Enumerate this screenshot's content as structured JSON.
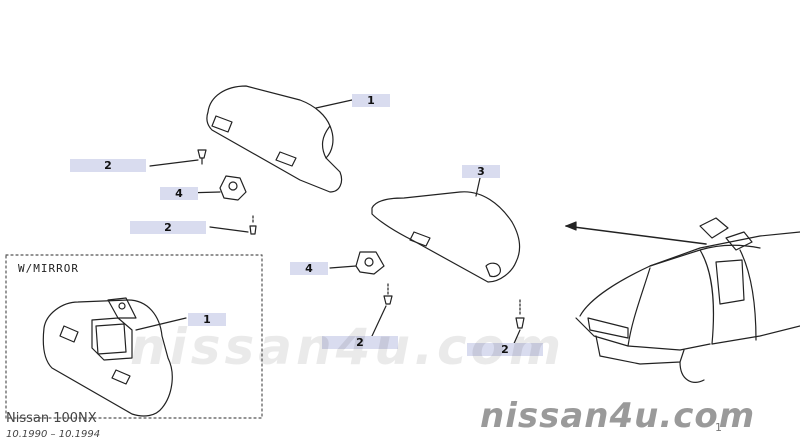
{
  "callouts": {
    "c1_top": "1",
    "c2_left_top": "2",
    "c4_left": "4",
    "c2_left_mid": "2",
    "c3": "3",
    "c4_center": "4",
    "c2_center": "2",
    "c2_right": "2",
    "c1_mirror": "1"
  },
  "inset": {
    "label": "W/MIRROR"
  },
  "footer": {
    "model": "Nissan 100NX",
    "years": "10.1990 – 10.1994",
    "watermark": "nissan4u.com",
    "watermark_faint": "nissan4u.com",
    "small_mark": "1"
  },
  "colors": {
    "line": "#222222",
    "callout_bg": "#d9dcef",
    "watermark": "#9a9a9a"
  }
}
